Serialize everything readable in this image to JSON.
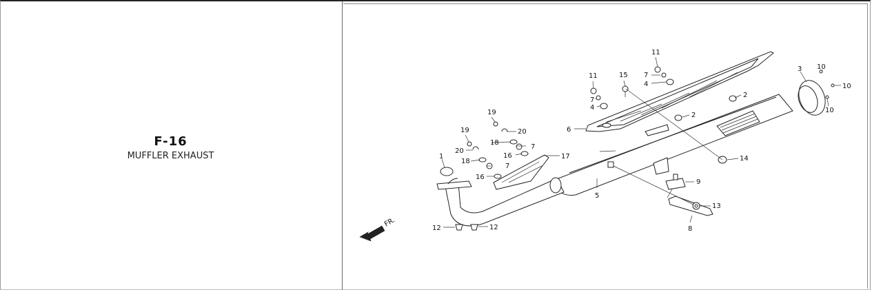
{
  "figure": {
    "code": "F-16",
    "name": "MUFFLER EXHAUST"
  },
  "direction_label": "FR.",
  "callouts": {
    "c1": "1",
    "c2a": "2",
    "c2b": "2",
    "c3": "3",
    "c4a": "4",
    "c4b": "4",
    "c5": "5",
    "c6": "6",
    "c7a": "7",
    "c7b": "7",
    "c7c": "7",
    "c7d": "7",
    "c8": "8",
    "c9": "9",
    "c10a": "10",
    "c10b": "10",
    "c10c": "10",
    "c11a": "11",
    "c11b": "11",
    "c12a": "12",
    "c12b": "12",
    "c13": "13",
    "c14": "14",
    "c15": "15",
    "c16a": "16",
    "c16b": "16",
    "c17": "17",
    "c18a": "18",
    "c18b": "18",
    "c19a": "19",
    "c19b": "19",
    "c20a": "20",
    "c20b": "20"
  }
}
